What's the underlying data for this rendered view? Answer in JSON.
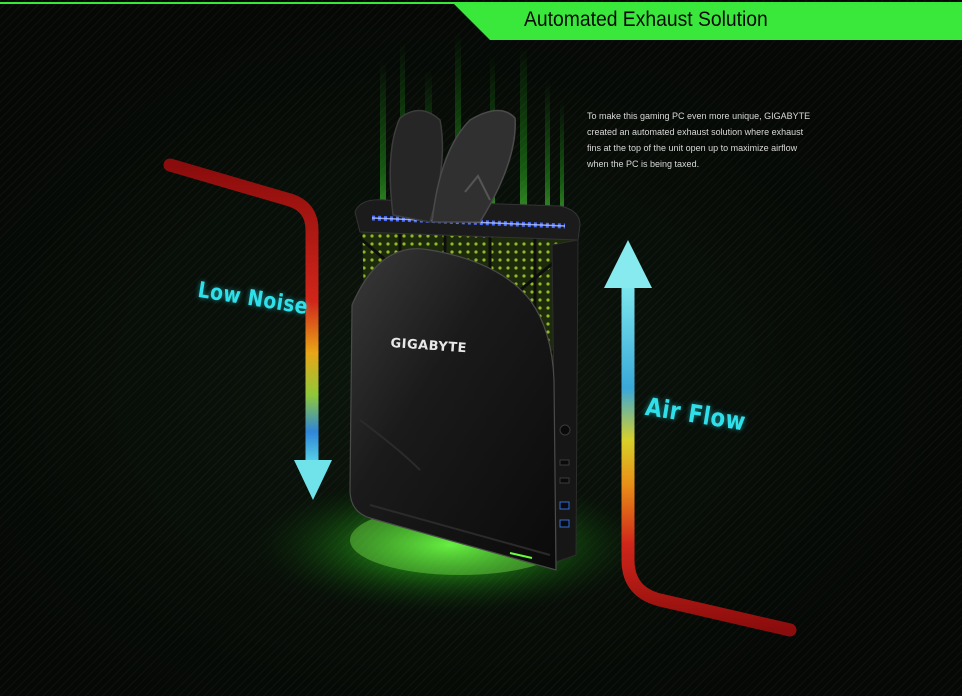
{
  "banner": {
    "title": "Automated Exhaust Solution"
  },
  "description": "To make this gaming PC even more unique, GIGABYTE created an automated exhaust solution where exhaust fins at the top of the unit open up to maximize airflow when the PC is being taxed.",
  "labels": {
    "left": "Low Noise",
    "right": "Air Flow"
  },
  "product": {
    "brand": "GIGABYTE"
  },
  "colors": {
    "accent": "#39e83a",
    "label_cyan": "#2fe0ea",
    "background": "#050805"
  }
}
